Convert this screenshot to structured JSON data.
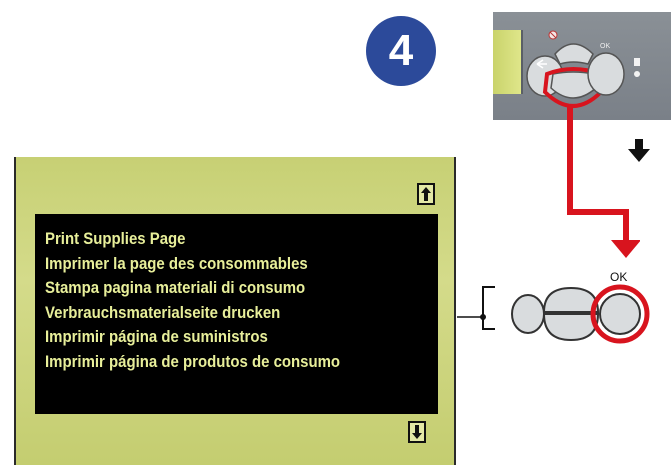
{
  "step": {
    "number": "4"
  },
  "lcd": {
    "menu_items": [
      "Print Supplies Page",
      "Imprimer la page des consommables",
      "Stampa pagina materiali di consumo",
      "Verbrauchsmaterialseite drucken",
      "Imprimir página de suministros",
      "Imprimir página de produtos de consumo"
    ],
    "scroll_up_icon": "up-arrow-box-icon",
    "scroll_down_icon": "down-arrow-box-icon"
  },
  "buttons": {
    "ok_label": "OK",
    "top_panel_ok_label": "OK"
  },
  "colors": {
    "badge_blue": "#2c4a9a",
    "highlight_red": "#d8141e",
    "lcd_green": "#c7d074",
    "lcd_text": "#e8ef9a",
    "panel_gray": "#8a9096",
    "button_gray": "#d9dcde"
  },
  "icons": {
    "flow_arrow": "down-arrow-icon",
    "back_button": "back-arrow-icon",
    "cancel_button": "cancel-icon",
    "paper_button": "paper-icon"
  }
}
